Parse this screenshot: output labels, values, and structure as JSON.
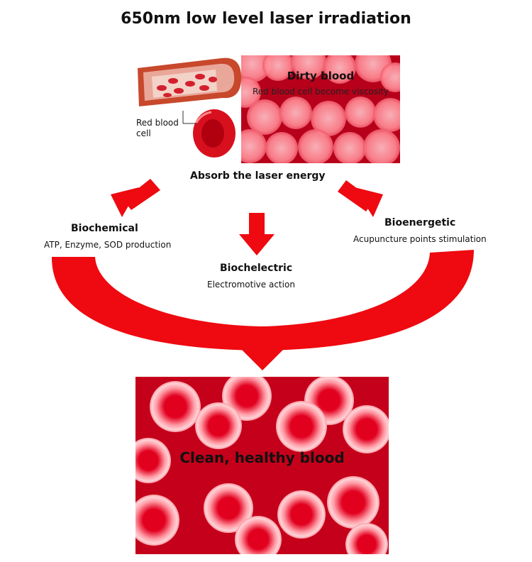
{
  "title": "650nm low level laser irradiation",
  "vessel": {
    "label_line1": "Red blood",
    "label_line2": "cell"
  },
  "dirty_blood": {
    "title": "Dirty blood",
    "subtitle": "Red blood cell become viscosity"
  },
  "absorb_label": "Absorb the laser energy",
  "biochemical": {
    "title": "Biochemical",
    "subtitle": "ATP, Enzyme, SOD production"
  },
  "biochelectric": {
    "title": "Biochelectric",
    "subtitle": "Electromotive action"
  },
  "bioenergetic": {
    "title": "Bioenergetic",
    "subtitle": "Acupuncture points stimulation"
  },
  "clean_blood": {
    "label": "Clean, healthy blood"
  },
  "colors": {
    "arrow_red": "#ee0a10",
    "blood_dark": "#b7001a",
    "vessel_wall": "#c8482c"
  }
}
